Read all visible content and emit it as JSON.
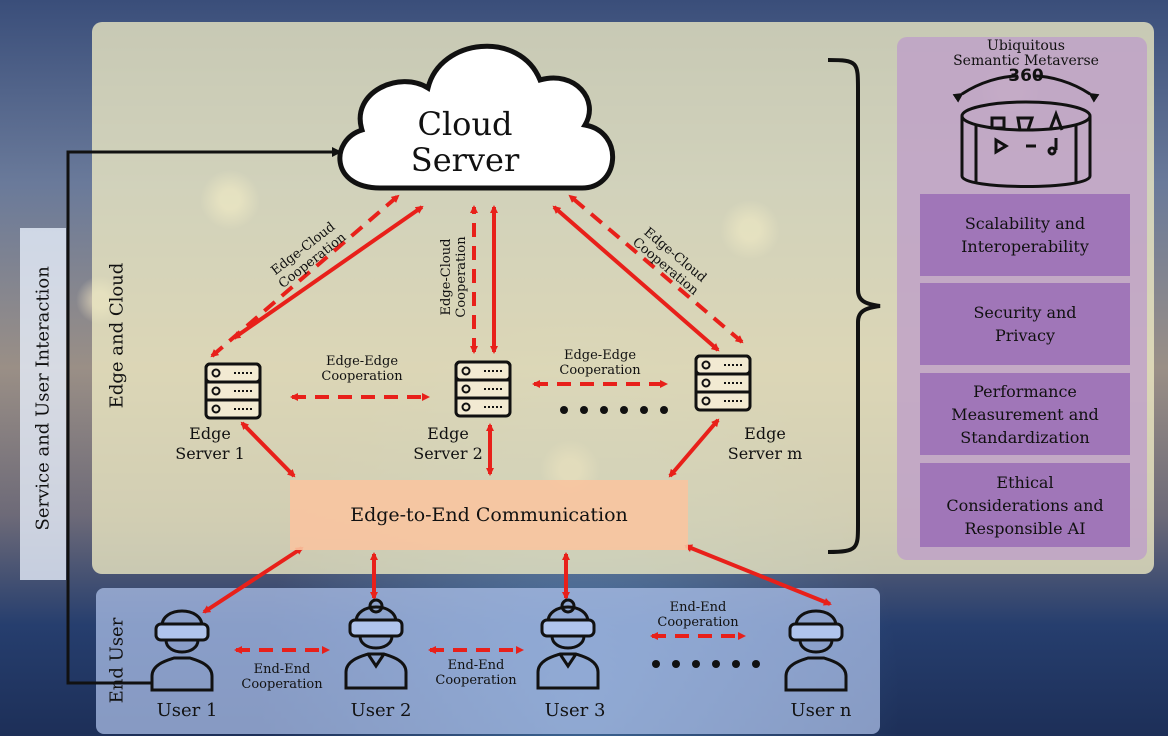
{
  "cloud": {
    "line1": "Cloud",
    "line2": "Server"
  },
  "sections": {
    "service": "Service and User Interaction",
    "edge_cloud": "Edge and Cloud",
    "end_user": "End User"
  },
  "edge_servers": [
    {
      "line1": "Edge",
      "line2": "Server 1"
    },
    {
      "line1": "Edge",
      "line2": "Server 2"
    },
    {
      "line1": "Edge",
      "line2": "Server m"
    }
  ],
  "edge_cloud_coop": {
    "line1": "Edge-Cloud",
    "line2": "Cooperation"
  },
  "edge_edge_coop": {
    "line1": "Edge-Edge",
    "line2": "Cooperation"
  },
  "end_end_coop": {
    "line1": "End-End",
    "line2": "Cooperation"
  },
  "edge_to_end": "Edge-to-End Communication",
  "users": [
    "User 1",
    "User 2",
    "User 3",
    "User n"
  ],
  "metaverse": {
    "line1": "Ubiquitous",
    "line2": "Semantic Metaverse",
    "badge": "360"
  },
  "challenges": [
    {
      "line1": "Scalability and",
      "line2": "Interoperability"
    },
    {
      "line1": "Security and",
      "line2": "Privacy"
    },
    {
      "line1": "Performance",
      "line2": "Measurement and",
      "line3": "Standardization"
    },
    {
      "line1": "Ethical",
      "line2": "Considerations and",
      "line3": "Responsible AI"
    }
  ],
  "colors": {
    "arrow": "#e8201a",
    "purple": "#a076b8",
    "edge_to_end": "#f8c4a0"
  }
}
